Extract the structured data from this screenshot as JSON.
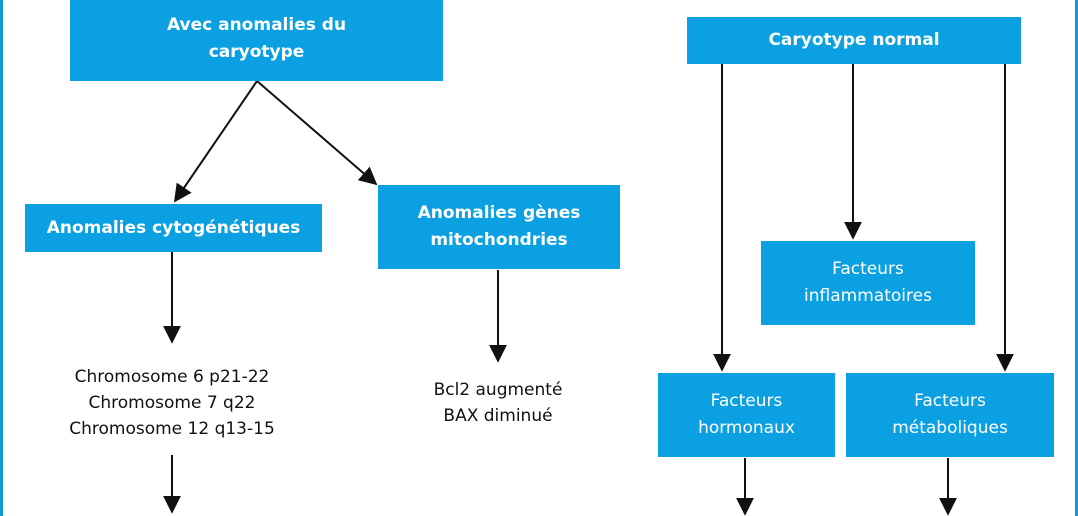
{
  "colors": {
    "box": "#0aa0e1",
    "border": "#0f9ad8",
    "text": "#111111",
    "box_text": "#ffffff"
  },
  "left": {
    "root": [
      "Avec anomalies du",
      "caryotype"
    ],
    "cyto": "Anomalies cytogénétiques",
    "mito": [
      "Anomalies gènes",
      "mitochondries"
    ],
    "chromosomes": [
      "Chromosome 6 p21-22",
      "Chromosome 7 q22",
      "Chromosome 12 q13-15"
    ],
    "genes": [
      "Bcl2 augmenté",
      "BAX diminué"
    ]
  },
  "right": {
    "root": "Caryotype normal",
    "inflammatoires": [
      "Facteurs",
      "inflammatoires"
    ],
    "hormonaux": [
      "Facteurs",
      "hormonaux"
    ],
    "metaboliques": [
      "Facteurs",
      "métaboliques"
    ]
  }
}
